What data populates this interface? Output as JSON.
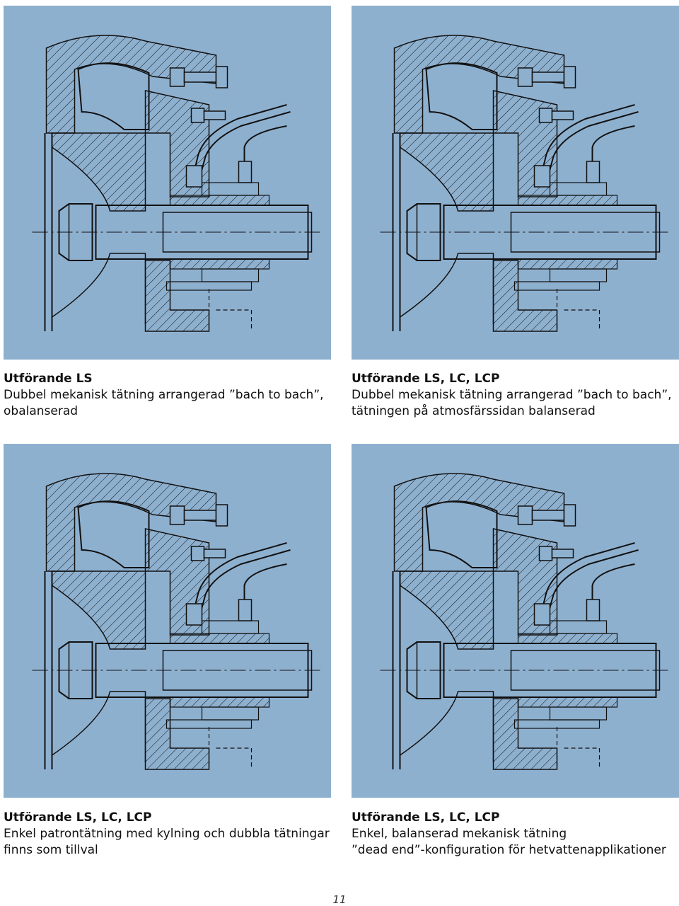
{
  "figures": [
    {
      "title": "Utförande LS",
      "lines": [
        "Dubbel mekanisk tätning arrangerad ”bach to bach”,",
        "obalanserad"
      ]
    },
    {
      "title": "Utförande LS, LC, LCP",
      "lines": [
        "Dubbel mekanisk tätning arrangerad ”bach to bach”,",
        "tätningen på atmosfärssidan balanserad"
      ]
    },
    {
      "title": "Utförande LS, LC, LCP",
      "lines": [
        "Enkel patrontätning med kylning och dubbla tätningar",
        "finns som tillval"
      ]
    },
    {
      "title": "Utförande LS, LC, LCP",
      "lines": [
        "Enkel, balanserad mekanisk tätning",
        "”dead end”-konfiguration för hetvattenapplikationer"
      ]
    }
  ],
  "page_number": "11",
  "colors": {
    "panel_background": "#8eb0cf",
    "line_color": "#111111"
  }
}
